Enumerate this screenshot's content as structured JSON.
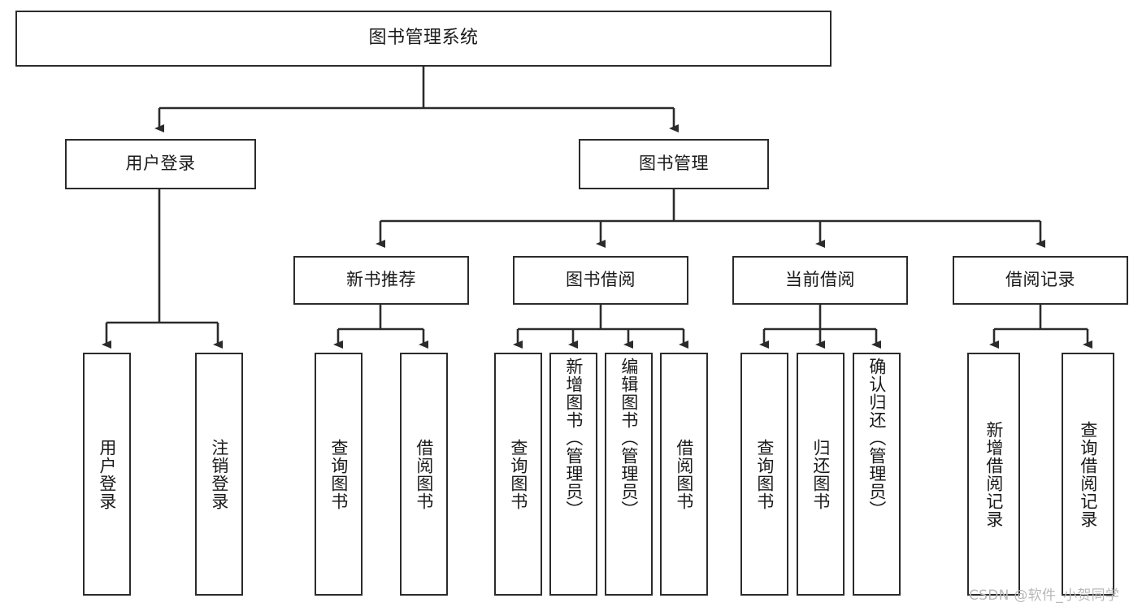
{
  "diagram": {
    "type": "tree-hierarchy-chart",
    "title": "图书管理系统",
    "watermark": "CSDN @软件_小贺同学",
    "colors": {
      "box_border": "#2b2b2b",
      "box_fill": "#ffffff",
      "connector": "#2b2b2b",
      "text": "#1a1a1a",
      "watermark": "#b8b8b8"
    },
    "levels": {
      "root": "图书管理系统",
      "level2": [
        "用户登录",
        "图书管理"
      ],
      "level3": [
        "新书推荐",
        "图书借阅",
        "当前借阅",
        "借阅记录"
      ]
    },
    "nodes": {
      "root": {
        "label": "图书管理系统",
        "orientation": "horizontal"
      },
      "user_login": {
        "label": "用户登录",
        "orientation": "horizontal"
      },
      "book_manage": {
        "label": "图书管理",
        "orientation": "horizontal"
      },
      "new_book_rec": {
        "label": "新书推荐",
        "orientation": "horizontal"
      },
      "book_borrow": {
        "label": "图书借阅",
        "orientation": "horizontal"
      },
      "current_borrow": {
        "label": "当前借阅",
        "orientation": "horizontal"
      },
      "borrow_record": {
        "label": "借阅记录",
        "orientation": "horizontal"
      },
      "leaf_user_login": {
        "label": "用户登录",
        "orientation": "vertical"
      },
      "leaf_logout": {
        "label": "注销登录",
        "orientation": "vertical"
      },
      "leaf_query_book_1": {
        "label": "查询图书",
        "orientation": "vertical"
      },
      "leaf_borrow_book_1": {
        "label": "借阅图书",
        "orientation": "vertical"
      },
      "leaf_query_book_2": {
        "label": "查询图书",
        "orientation": "vertical"
      },
      "leaf_add_book": {
        "label": "新增图书（管理员）",
        "orientation": "vertical"
      },
      "leaf_edit_book": {
        "label": "编辑图书（管理员）",
        "orientation": "vertical"
      },
      "leaf_borrow_book_2": {
        "label": "借阅图书",
        "orientation": "vertical"
      },
      "leaf_query_book_3": {
        "label": "查询图书",
        "orientation": "vertical"
      },
      "leaf_return_book": {
        "label": "归还图书",
        "orientation": "vertical"
      },
      "leaf_confirm_return": {
        "label": "确认归还（管理员）",
        "orientation": "vertical"
      },
      "leaf_add_record": {
        "label": "新增借阅记录",
        "orientation": "vertical"
      },
      "leaf_query_record": {
        "label": "查询借阅记录",
        "orientation": "vertical"
      }
    },
    "edges": [
      {
        "from": "root",
        "to": "user_login"
      },
      {
        "from": "root",
        "to": "book_manage"
      },
      {
        "from": "user_login",
        "to": "leaf_user_login"
      },
      {
        "from": "user_login",
        "to": "leaf_logout"
      },
      {
        "from": "book_manage",
        "to": "new_book_rec"
      },
      {
        "from": "book_manage",
        "to": "book_borrow"
      },
      {
        "from": "book_manage",
        "to": "current_borrow"
      },
      {
        "from": "book_manage",
        "to": "borrow_record"
      },
      {
        "from": "new_book_rec",
        "to": "leaf_query_book_1"
      },
      {
        "from": "new_book_rec",
        "to": "leaf_borrow_book_1"
      },
      {
        "from": "book_borrow",
        "to": "leaf_query_book_2"
      },
      {
        "from": "book_borrow",
        "to": "leaf_add_book"
      },
      {
        "from": "book_borrow",
        "to": "leaf_edit_book"
      },
      {
        "from": "book_borrow",
        "to": "leaf_borrow_book_2"
      },
      {
        "from": "current_borrow",
        "to": "leaf_query_book_3"
      },
      {
        "from": "current_borrow",
        "to": "leaf_return_book"
      },
      {
        "from": "current_borrow",
        "to": "leaf_confirm_return"
      },
      {
        "from": "borrow_record",
        "to": "leaf_add_record"
      },
      {
        "from": "borrow_record",
        "to": "leaf_query_record"
      }
    ]
  }
}
